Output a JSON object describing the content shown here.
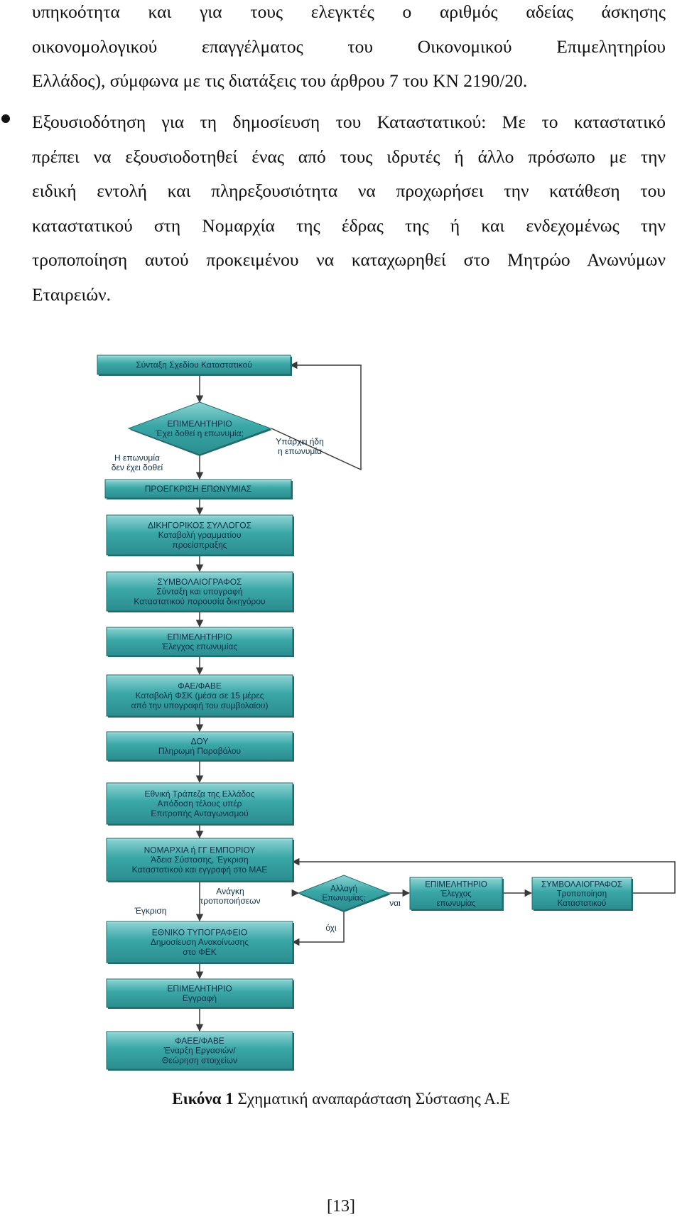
{
  "text": {
    "para1_lines": [
      "υπηκοότητα και για τους ελεγκτές ο αριθμός αδείας άσκησης",
      "οικονομολογικού επαγγέλματος του Οικονομικού Επιμελητηρίου",
      "Ελλάδος), σύμφωνα με τις διατάξεις του άρθρου 7 του ΚΝ 2190/20."
    ],
    "para2_lines": [
      "Εξουσιοδότηση για τη δημοσίευση του Καταστατικού: Με το καταστατικό",
      "πρέπει να εξουσιοδοτηθεί ένας από τους ιδρυτές ή άλλο πρόσωπο με την",
      "ειδική εντολή και πληρεξουσιότητα να προχωρήσει την κατάθεση του",
      "καταστατικού στη Νομαρχία της έδρας της ή και ενδεχομένως την",
      "τροποποίηση αυτού προκειμένου να καταχωρηθεί στο Μητρώο Ανωνύμων",
      "Εταιρειών."
    ]
  },
  "diagram": {
    "boxes": [
      {
        "id": "b1",
        "lines": [
          "Σύνταξη Σχεδίου Καταστατικού"
        ]
      },
      {
        "id": "b2",
        "lines": [
          "ΠΡΟΕΓΚΡΙΣΗ ΕΠΩΝΥΜΙΑΣ"
        ]
      },
      {
        "id": "b3",
        "lines": [
          "ΔΙΚΗΓΟΡΙΚΟΣ ΣΥΛΛΟΓΟΣ",
          "Καταβολή γραμματίου",
          "προείσπραξης"
        ]
      },
      {
        "id": "b4",
        "lines": [
          "ΣΥΜΒΟΛΑΙΟΓΡΑΦΟΣ",
          "Σύνταξη και υπογραφή",
          "Καταστατικού παρουσία δικηγόρου"
        ]
      },
      {
        "id": "b5",
        "lines": [
          "ΕΠΙΜΕΛΗΤΗΡΙΟ",
          "Έλεγχος επωνυμίας"
        ]
      },
      {
        "id": "b6",
        "lines": [
          "ΦΑΕ/ΦΑΒΕ",
          "Καταβολή ΦΣΚ (μέσα σε 15 μέρες",
          "από την υπογραφή του συμβολαίου)"
        ]
      },
      {
        "id": "b7",
        "lines": [
          "ΔΟΥ",
          "Πληρωμή Παραβόλου"
        ]
      },
      {
        "id": "b8",
        "lines": [
          "Εθνική Τράπεζα της Ελλάδος",
          "Απόδοση τέλους υπέρ",
          "Επιτροπής Ανταγωνισμού"
        ]
      },
      {
        "id": "b9",
        "lines": [
          "ΝΟΜΑΡΧΙΑ ή ΓΓ ΕΜΠΟΡΙΟΥ",
          "Άδεια Σύστασης, Έγκριση",
          "Καταστατικού και εγγραφή στο ΜΑΕ"
        ]
      },
      {
        "id": "b10",
        "lines": [
          "ΕΘΝΙΚΟ ΤΥΠΟΓΡΑΦΕΙΟ",
          "Δημοσίευση Ανακοίνωσης",
          "στο ΦΕΚ"
        ]
      },
      {
        "id": "b11",
        "lines": [
          "ΕΠΙΜΕΛΗΤΗΡΙΟ",
          "Εγγραφή"
        ]
      },
      {
        "id": "b12",
        "lines": [
          "ΦΑΕΕ/ΦΑΒΕ",
          "Έναρξη Εργασιών/",
          "Θεώρηση στοιχείων"
        ]
      },
      {
        "id": "b13",
        "lines": [
          "ΕΠΙΜΕΛΗΤΗΡΙΟ",
          "Έλεγχος",
          "επωνυμίας"
        ]
      },
      {
        "id": "b14",
        "lines": [
          "ΣΥΜΒΟΛΑΙΟΓΡΑΦΟΣ",
          "Τροποποίηση",
          "Καταστατικού"
        ]
      }
    ],
    "decisions": [
      {
        "id": "d1",
        "lines": [
          "ΕΠΙΜΕΛΗΤΗΡΙΟ",
          "Έχει δοθεί η επωνυμία;"
        ]
      },
      {
        "id": "d2",
        "lines": [
          "Αλλαγή",
          "Επωνυμίας;"
        ]
      }
    ],
    "labels": {
      "exists": [
        "Υπάρχει ήδη",
        "η επωνυμία"
      ],
      "not_given": [
        "Η επωνυμία",
        "δεν έχει δοθεί"
      ],
      "needs_mod": [
        "Ανάγκη",
        "τροποποιήσεων"
      ],
      "approval": "Έγκριση",
      "yes": "ναι",
      "no": "όχι"
    }
  },
  "caption": {
    "label": "Εικόνα 1",
    "text": " Σχηματική αναπαράσταση Σύστασης Α.Ε"
  },
  "page_number": "[13]",
  "colors": {
    "box_fill": "#3aa7a7",
    "box_light": "#9fd8d8",
    "box_dark": "#1f6c6c",
    "line": "#3a3a3a",
    "box_text": "#0f2f4a"
  }
}
